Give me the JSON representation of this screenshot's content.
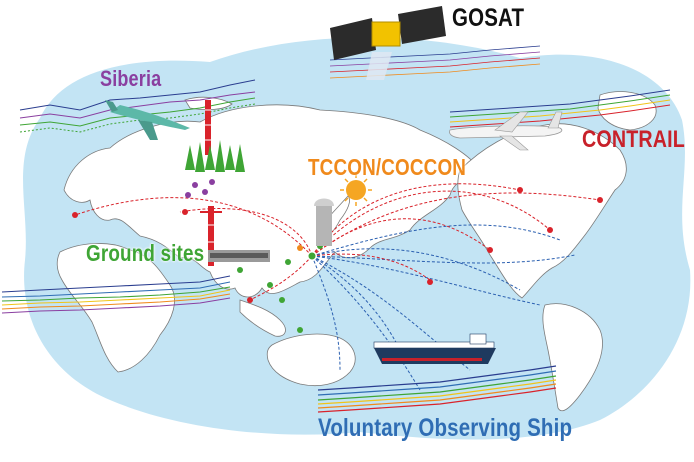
{
  "labels": {
    "gosat": "GOSAT",
    "siberia": "Siberia",
    "contrail": "CONTRAIL",
    "tccon": "TCCON/COCCON",
    "ground_sites": "Ground sites",
    "voluntary_ship": "Voluntary Observing Ship"
  },
  "colors": {
    "ocean": "#c3e4f4",
    "land": "#ffffff",
    "coastline": "#7a7a7a",
    "siberia_text": "#8a3fa0",
    "contrail_text": "#c8212a",
    "tccon_text": "#f08a1c",
    "ground_text": "#3fa535",
    "ship_text": "#2f6db4",
    "route_red": "#d9232b",
    "route_blue": "#2a5fb0"
  },
  "icons": [
    "satellite-icon",
    "airplane-icon",
    "jet-airliner-icon",
    "ship-icon",
    "tower-icon",
    "forest-icon",
    "sun-icon",
    "observatory-icon",
    "station-building-icon"
  ]
}
